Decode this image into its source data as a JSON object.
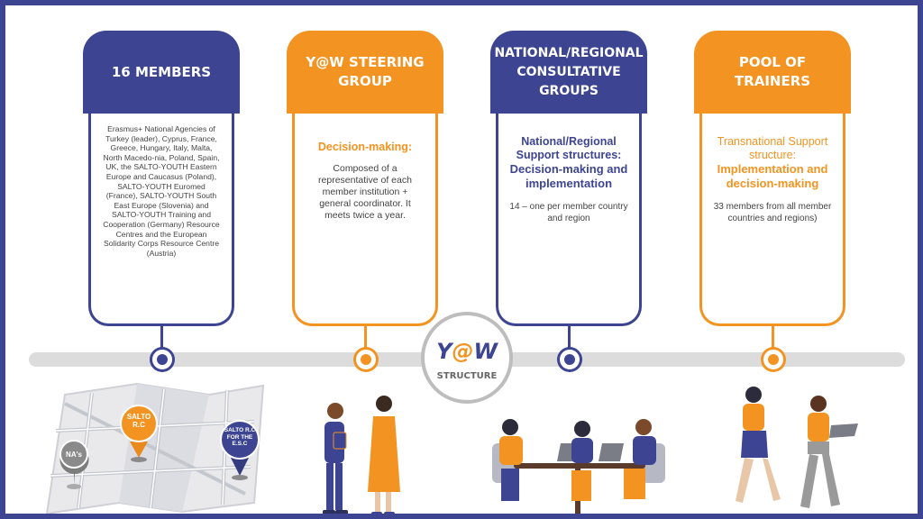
{
  "colors": {
    "blue": "#3d4592",
    "orange": "#f39422",
    "gray": "#dcdcdc"
  },
  "cards": [
    {
      "title": "16 MEMBERS",
      "description": "Erasmus+ National Agencies of Turkey (leader), Cyprus, France, Greece, Hungary, Italy, Malta, North Macedo-nia, Poland, Spain, UK, the SALTO-YOUTH Eastern Europe and Caucasus (Poland), SALTO-YOUTH Euromed (France), SALTO-YOUTH South East Europe (Slovenia) and SALTO-YOUTH Training and Cooperation (Germany) Resource Centres and the European Solidarity Corps Resource Centre (Austria)"
    },
    {
      "title": "Y@W STEERING GROUP",
      "heading": "Decision-making:",
      "description": "Composed of a representative of each member institution + general coordinator. It meets twice a year."
    },
    {
      "title": "NATIONAL/REGIONAL CONSULTATIVE GROUPS",
      "heading": "National/Regional Support structures:",
      "emphasis": "Decision-making and implementation",
      "description": "14 – one per member country and region"
    },
    {
      "title": "POOL OF TRAINERS",
      "heading": "Transnational Support structure:",
      "emphasis": "Implementation and decision-making",
      "description": "33 members from all member countries and regions)"
    }
  ],
  "logo": {
    "prefix": "Y",
    "at": "@",
    "suffix": "W",
    "subtitle": "STRUCTURE"
  },
  "map_pins": {
    "nas": "NA's",
    "salto_rc": "SALTO R.C",
    "salto_esc": "SALTO R.C FOR THE E.S.C"
  }
}
